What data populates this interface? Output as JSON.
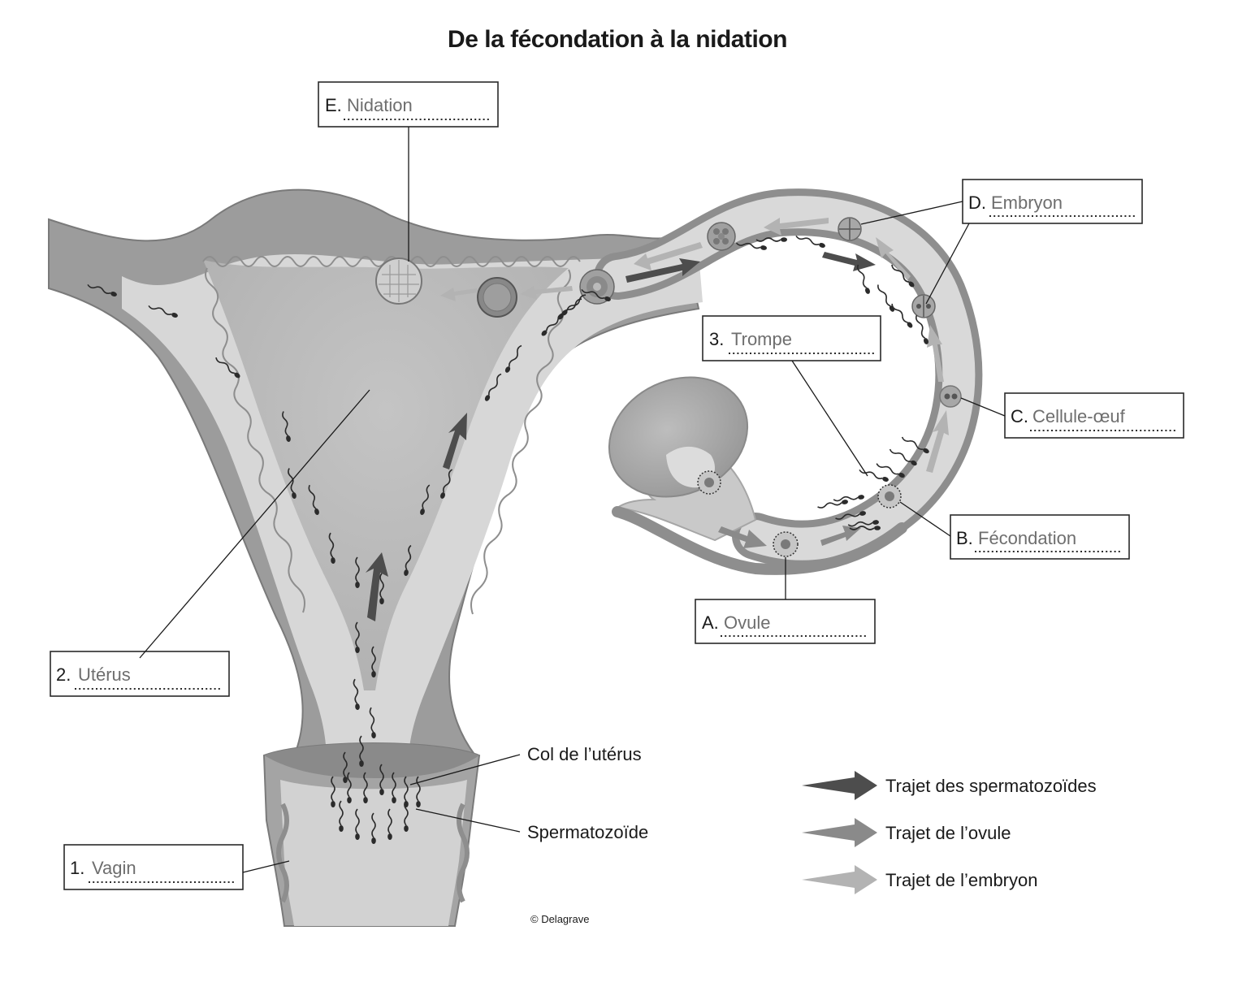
{
  "title": "De la fécondation à la nidation",
  "labels": {
    "nidation": {
      "letter": "E.",
      "answer": "Nidation"
    },
    "embryon": {
      "letter": "D.",
      "answer": "Embryon"
    },
    "trompe": {
      "letter": "3.",
      "answer": "Trompe"
    },
    "cellule_oeuf": {
      "letter": "C.",
      "answer": "Cellule-œuf"
    },
    "fecondation": {
      "letter": "B.",
      "answer": "Fécondation"
    },
    "ovule": {
      "letter": "A.",
      "answer": "Ovule"
    },
    "uterus": {
      "letter": "2.",
      "answer": "Utérus"
    },
    "vagin": {
      "letter": "1.",
      "answer": "Vagin"
    }
  },
  "annotations": {
    "col": "Col de l’utérus",
    "spermatozoide": "Spermatozoïde"
  },
  "legend": [
    {
      "label": "Trajet des spermatozoïdes",
      "color": "#4d4d4d"
    },
    {
      "label": "Trajet de l’ovule",
      "color": "#8a8a8a"
    },
    {
      "label": "Trajet de l’embryon",
      "color": "#b3b3b3"
    }
  ],
  "copyright": "© Delagrave"
}
